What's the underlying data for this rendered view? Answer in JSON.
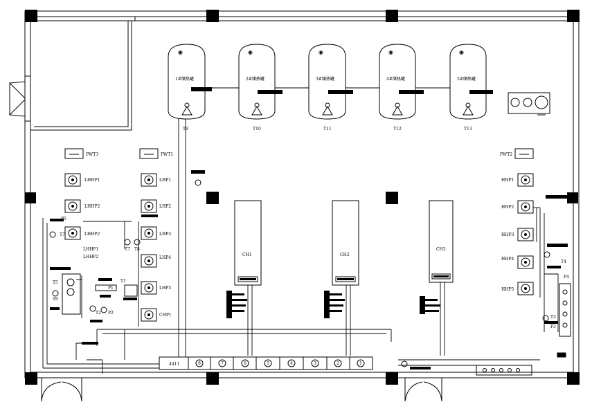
{
  "tanks": [
    {
      "name": "1#储热罐",
      "tag": "T9"
    },
    {
      "name": "2#储热罐",
      "tag": "T10"
    },
    {
      "name": "3#储热罐",
      "tag": "T11"
    },
    {
      "name": "4#储热罐",
      "tag": "T12"
    },
    {
      "name": "5#储热罐",
      "tag": "T13"
    }
  ],
  "left_equipment": [
    "PWT3",
    "LHHP1",
    "LHHP2",
    "LHHP2"
  ],
  "left_stack_label": [
    "LHHP1",
    "LHHP2"
  ],
  "mid_equipment": [
    "PWT1",
    "LHP1",
    "LHP2",
    "LHP3",
    "LHP4",
    "LHP5",
    "CHP1"
  ],
  "right_equipment": [
    "PWT2",
    "HHP1",
    "HHP2",
    "HHP3",
    "HHP4",
    "HHP5"
  ],
  "chillers": [
    "CH1",
    "CH2",
    "CH3"
  ],
  "manifold": [
    "8",
    "7",
    "6",
    "5",
    "4",
    "3",
    "2",
    "1"
  ],
  "sensors": {
    "p5": "P5",
    "t7": "T7",
    "t5": "T5",
    "t6": "T6",
    "t7b": "T7",
    "t8": "T8",
    "p1": "P1",
    "t1": "T1",
    "t2": "T2",
    "p2": "P2",
    "t4": "T4",
    "p4": "P4",
    "t3": "T3",
    "p3": "P3"
  }
}
